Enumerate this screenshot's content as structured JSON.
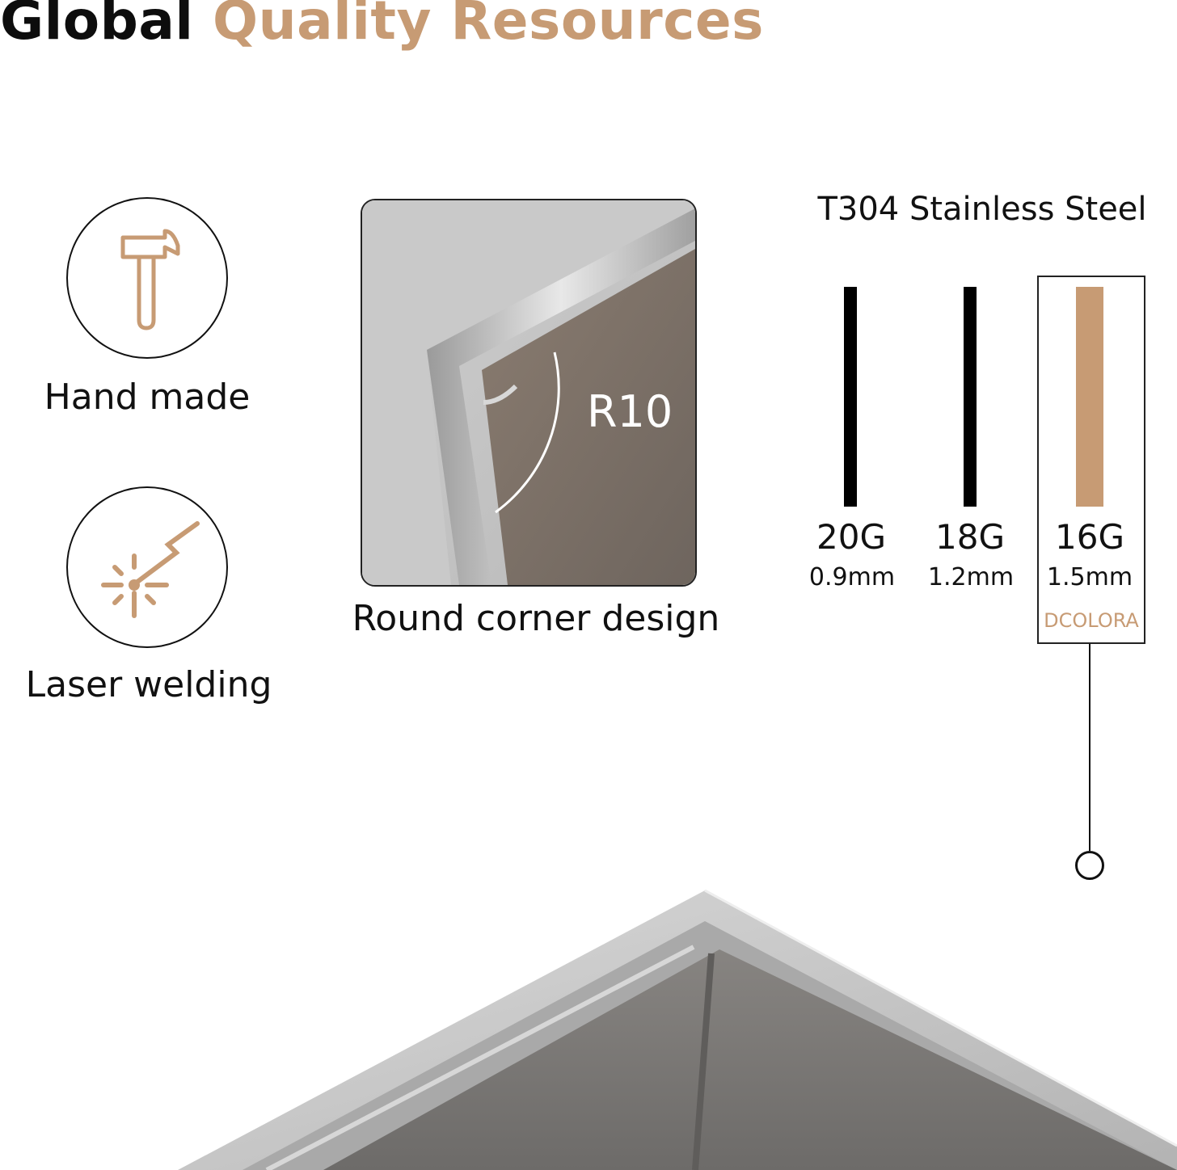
{
  "headline": {
    "word1": "Global",
    "word2": "Quality Resources"
  },
  "features": [
    {
      "label": "Hand made",
      "icon": "hammer-icon"
    },
    {
      "label": "Laser welding",
      "icon": "laser-weld-icon"
    }
  ],
  "corner": {
    "radius_label": "R10",
    "caption": "Round corner design"
  },
  "steel": {
    "title": "T304 Stainless Steel",
    "gauges": [
      {
        "gauge": "20G",
        "thickness": "0.9mm",
        "color": "#000000"
      },
      {
        "gauge": "18G",
        "thickness": "1.2mm",
        "color": "#000000"
      },
      {
        "gauge": "16G",
        "thickness": "1.5mm",
        "color": "#c79b74",
        "highlighted": true
      }
    ],
    "brand": "DCOLORA"
  },
  "colors": {
    "accent": "#c79b74",
    "text": "#111111"
  }
}
